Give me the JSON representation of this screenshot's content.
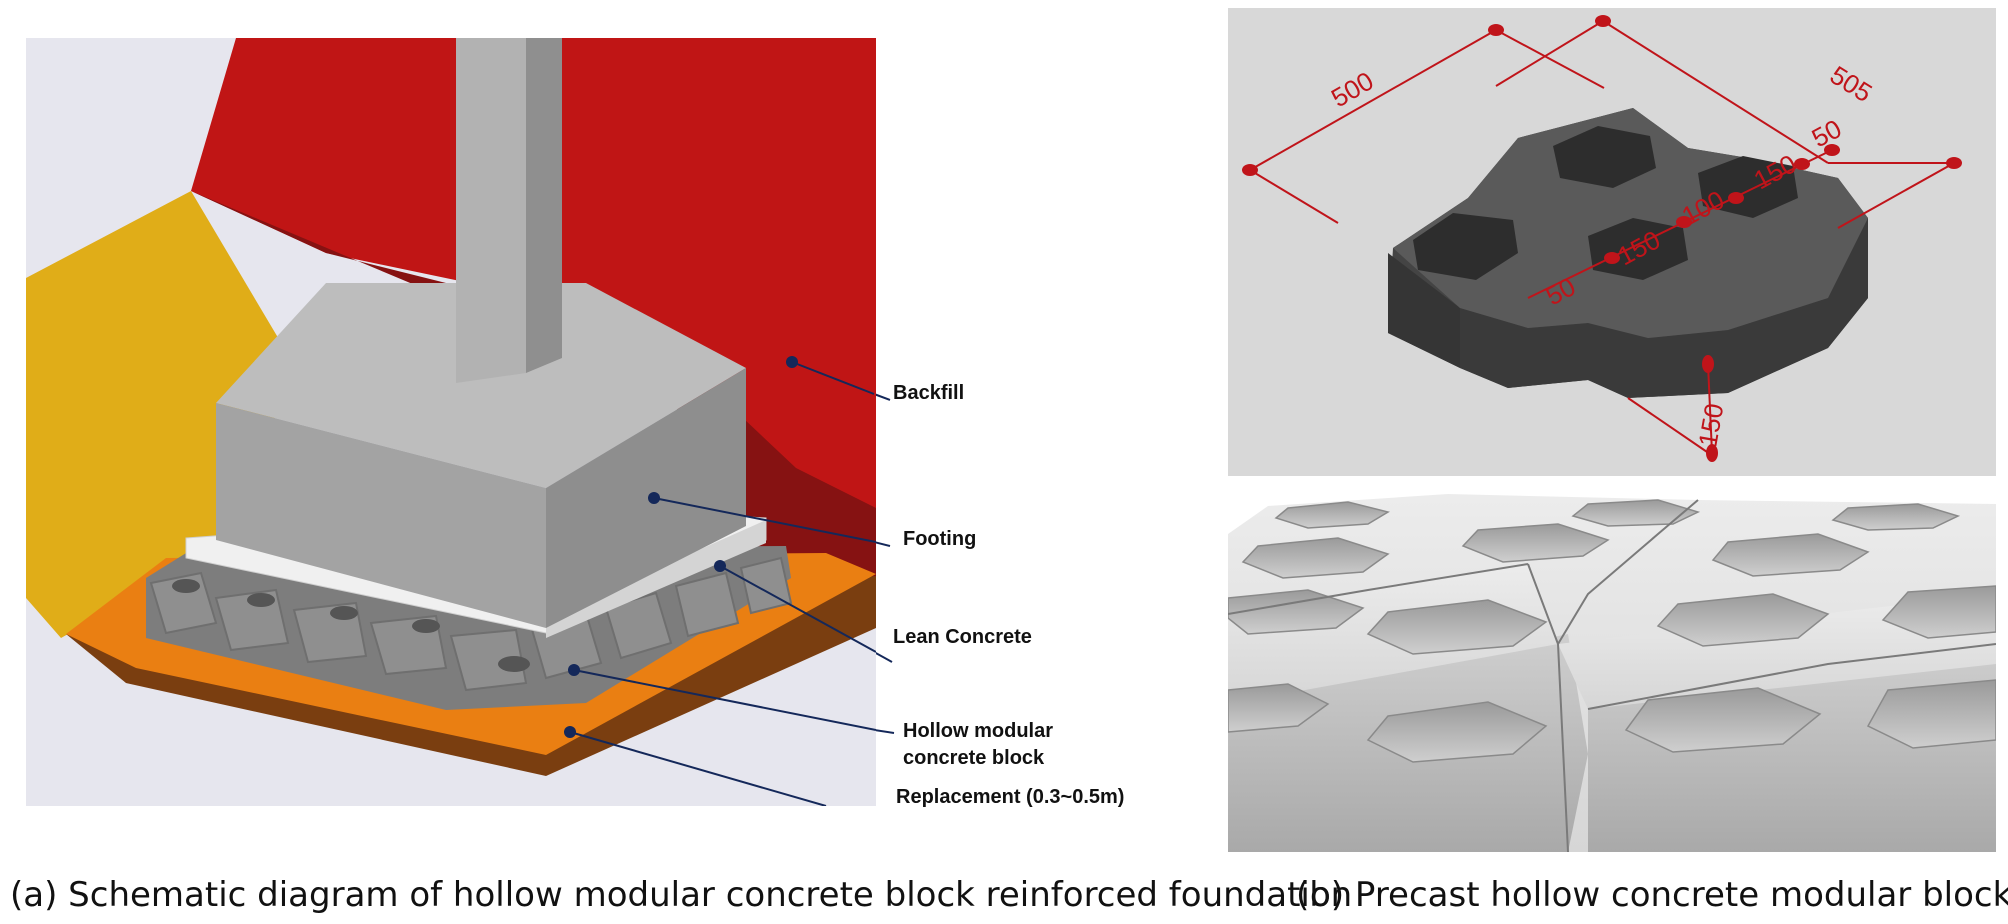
{
  "panel_a": {
    "labels": {
      "backfill": "Backfill",
      "footing": "Footing",
      "lean_concrete": "Lean Concrete",
      "hollow_block_line1": "Hollow modular",
      "hollow_block_line2": "concrete block",
      "replacement": "Replacement  (0.3~0.5m)"
    },
    "caption": "(a) Schematic diagram of hollow modular concrete block reinforced foundation"
  },
  "panel_b": {
    "dimensions": {
      "d500": "500",
      "d505": "505",
      "d50_top": "50",
      "d150_a": "150",
      "d100": "100",
      "d150_b": "150",
      "d50_bottom": "50",
      "d150_height": "150"
    },
    "caption": "(b) Precast hollow concrete modular block"
  },
  "colors": {
    "backfill_red": "#c01515",
    "backfill_dark": "#861212",
    "side_soil": "#e0ad18",
    "replacement_orange": "#ea7f12",
    "footing_gray": "#9c9c9c",
    "lean_concrete": "#e8e8e8",
    "block_gray": "#8a8a8a",
    "dimension_red": "#c0141a",
    "leader_navy": "#14285a"
  }
}
